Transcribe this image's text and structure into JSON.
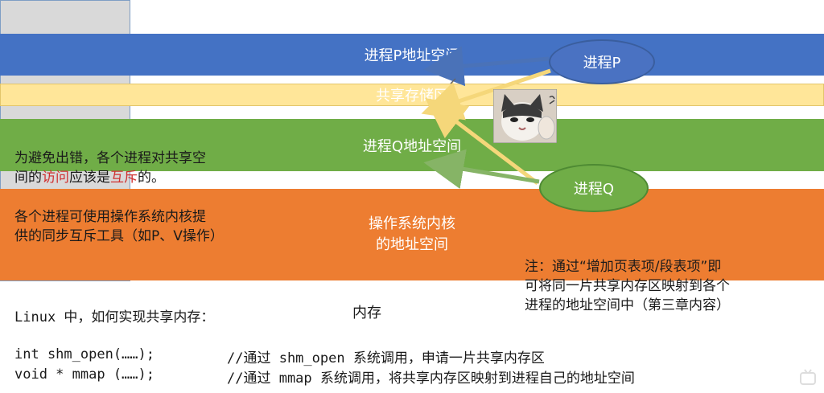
{
  "memory": {
    "segments": [
      {
        "label": "进程P地址空间"
      },
      {
        "label": "共享存储区"
      },
      {
        "label": "进程Q地址空间"
      },
      {
        "label": "操作系统内核\n的地址空间"
      }
    ],
    "caption": "内存"
  },
  "processes": {
    "p": "进程P",
    "q": "进程Q"
  },
  "left_text": {
    "p1_a": "为避免出错，各个进程对共享空",
    "p1_b1": "间的",
    "p1_b2": "访问",
    "p1_b3": "应该是",
    "p1_b4": "互斥",
    "p1_b5": "的。",
    "p2_a": "各个进程可使用操作系统内核提",
    "p2_b": "供的同步互斥工具（如P、V操作）"
  },
  "note": {
    "line1": "注：通过“增加页表项/段表项”即",
    "line2": "可将同一片共享内存区映射到各个",
    "line3": "进程的地址空间中（第三章内容）"
  },
  "linux": {
    "heading": "Linux 中，如何实现共享内存：",
    "code": [
      {
        "sig": "int shm_open(……);",
        "comment": "//通过 shm_open 系统调用，申请一片共享内存区"
      },
      {
        "sig": "void * mmap (……);",
        "comment": "//通过 mmap 系统调用，将共享内存区映射到进程自己的地址空间"
      }
    ]
  },
  "colors": {
    "blue": "#4472c4",
    "yellow": "#ffe699",
    "green": "#70ad47",
    "orange": "#ed7d31",
    "red_text": "#d03030"
  }
}
